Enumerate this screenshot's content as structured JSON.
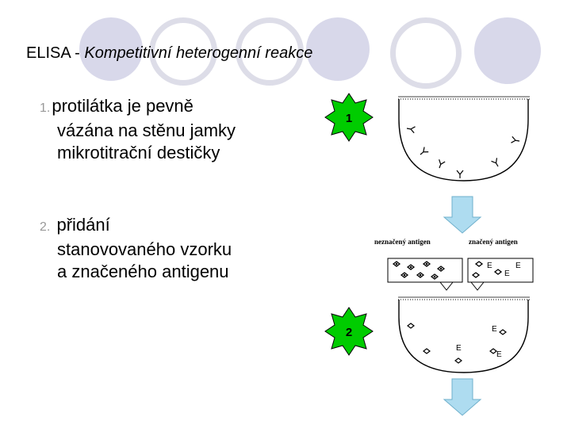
{
  "slide": {
    "title_prefix": "ELISA - ",
    "title_italic": "Kompetitivní  heterogenní reakce",
    "items": [
      {
        "number": "1.",
        "lines": [
          "protilátka je pevně",
          "vázána na stěnu jamky",
          "mikrotitrační destičky"
        ]
      },
      {
        "number": "2.",
        "lines": [
          "přidání",
          "stanovovaného vzorku",
          "a značeného antigenu"
        ]
      }
    ]
  },
  "diagram": {
    "step1_label": "1",
    "step2_label": "2",
    "unlabeled_antigen_label": "neznačený antigen",
    "labeled_antigen_label": "značený antigen",
    "enzyme_label": "E",
    "star_color": "#00cc00",
    "arrow_color": "#aedcf0"
  }
}
